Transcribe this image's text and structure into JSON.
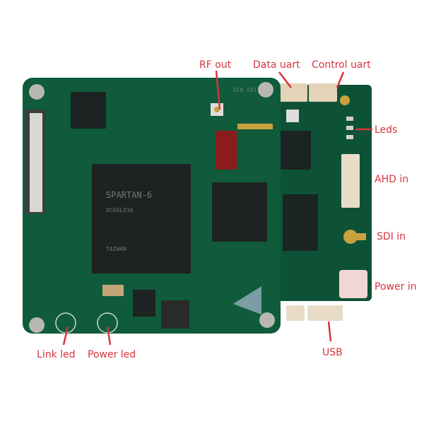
{
  "labels": {
    "rf_out": "RF out",
    "data_uart": "Data uart",
    "control_uart": "Control uart",
    "leds": "Leds",
    "ahd_in": "AHD in",
    "sdi_in": "SDI in",
    "power_in": "Power in",
    "link_led": "Link led",
    "power_led": "Power led",
    "usb": "USB"
  },
  "chip_markings": {
    "fpga_brand": "SPARTAN-6",
    "fpga_part": "XC6SLX16",
    "fpga_origin": "TAIWAN",
    "pcb_silk": "RCB_001"
  },
  "colors": {
    "label": "#d6343c",
    "pcb": "#0f5b3b",
    "chip": "#1c2322"
  }
}
